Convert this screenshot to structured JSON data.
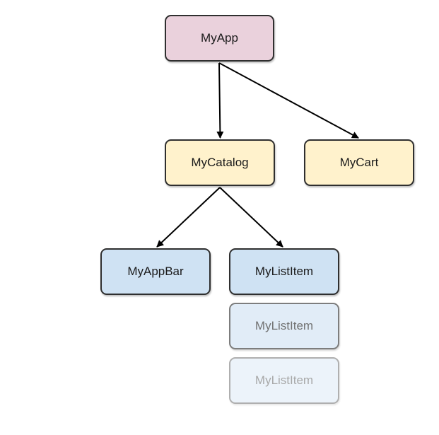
{
  "nodes": {
    "myapp": {
      "label": "MyApp",
      "color": "#ead1dc"
    },
    "mycatalog": {
      "label": "MyCatalog",
      "color": "#fff2cc"
    },
    "mycart": {
      "label": "MyCart",
      "color": "#fff2cc"
    },
    "myappbar": {
      "label": "MyAppBar",
      "color": "#cfe2f3"
    },
    "mylistitem1": {
      "label": "MyListItem",
      "color": "#cfe2f3"
    },
    "mylistitem2": {
      "label": "MyListItem",
      "color": "#cfe2f3"
    },
    "mylistitem3": {
      "label": "MyListItem",
      "color": "#cfe2f3"
    }
  },
  "edges": [
    {
      "from": "MyApp",
      "to": "MyCatalog"
    },
    {
      "from": "MyApp",
      "to": "MyCart"
    },
    {
      "from": "MyCatalog",
      "to": "MyAppBar"
    },
    {
      "from": "MyCatalog",
      "to": "MyListItem"
    }
  ]
}
